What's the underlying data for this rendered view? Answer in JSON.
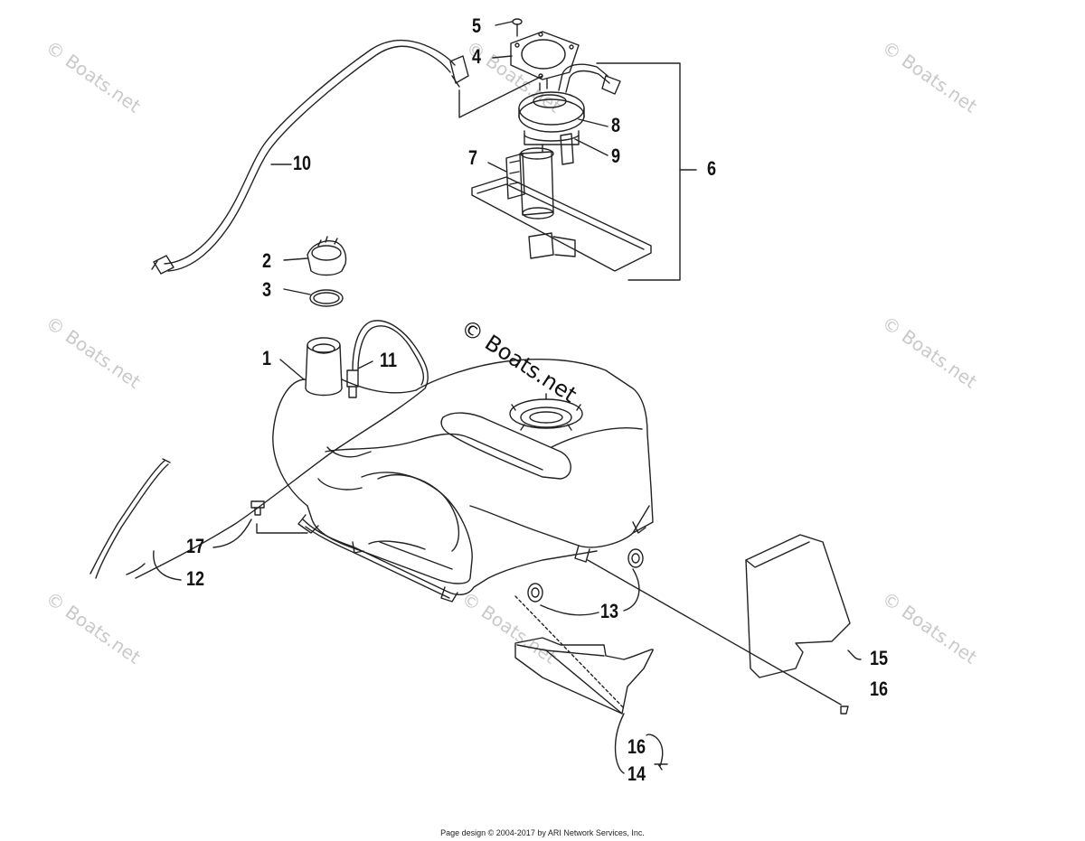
{
  "watermarks": {
    "corner_text": "© Boats.net",
    "center_text": "© Boats.net"
  },
  "callouts": {
    "c1": "1",
    "c2": "2",
    "c3": "3",
    "c4": "4",
    "c5": "5",
    "c6": "6",
    "c7": "7",
    "c8": "8",
    "c9": "9",
    "c10": "10",
    "c11": "11",
    "c12": "12",
    "c13": "13",
    "c14": "14",
    "c15": "15",
    "c16a": "16",
    "c16b": "16",
    "c17": "17"
  },
  "footer": {
    "text": "Page design © 2004-2017 by ARI Network Services, Inc."
  },
  "colors": {
    "line": "#222222",
    "watermark": "#c9c9c9",
    "background": "#ffffff"
  }
}
